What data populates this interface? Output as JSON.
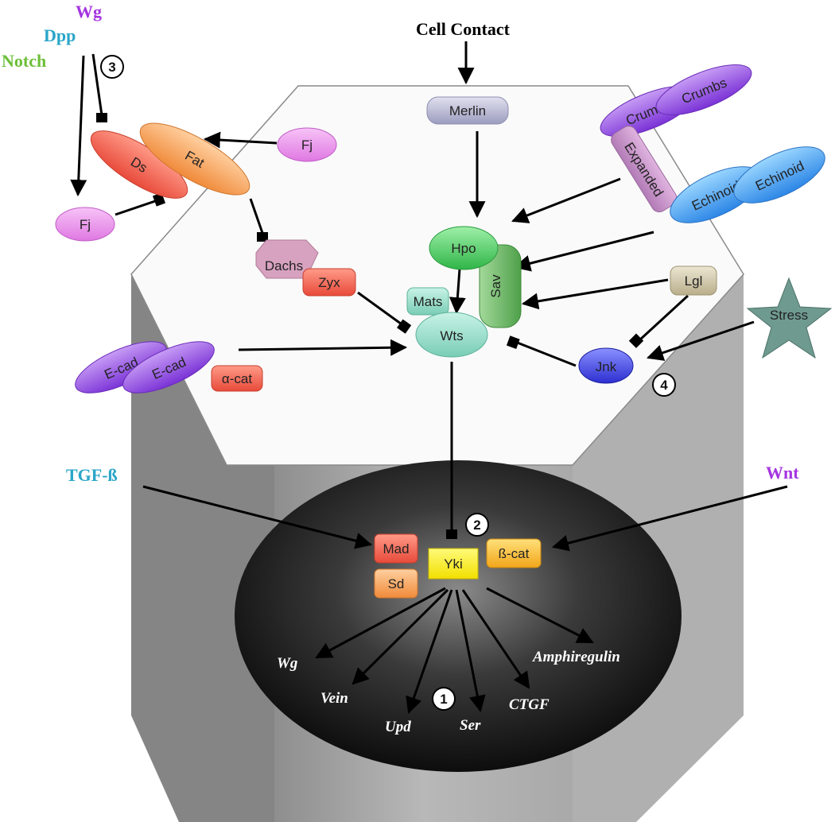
{
  "signals": {
    "wg": "Wg",
    "dpp": "Dpp",
    "notch": "Notch",
    "cell_contact": "Cell Contact",
    "tgf_beta": "TGF-ß",
    "wnt": "Wnt"
  },
  "proteins": {
    "merlin": "Merlin",
    "crumbs_1": "Crumbs",
    "crumbs_2": "Crumbs",
    "expanded": "Expanded",
    "echinoid_1": "Echinoid",
    "echinoid_2": "Echinoid",
    "fj_top": "Fj",
    "fj_left": "Fj",
    "ds": "Ds",
    "fat": "Fat",
    "dachs": "Dachs",
    "zyx": "Zyx",
    "hpo": "Hpo",
    "sav": "Sav",
    "mats": "Mats",
    "wts": "Wts",
    "lgl": "Lgl",
    "stress": "Stress",
    "jnk": "Jnk",
    "ecad_1": "E-cad",
    "ecad_2": "E-cad",
    "alpha_cat": "α-cat",
    "mad": "Mad",
    "sd": "Sd",
    "yki": "Yki",
    "beta_cat": "ß-cat"
  },
  "target_genes": {
    "wg": "Wg",
    "vein": "Vein",
    "upd": "Upd",
    "ser": "Ser",
    "ctgf": "CTGF",
    "amphiregulin": "Amphiregulin"
  },
  "markers": {
    "m1": "1",
    "m2": "2",
    "m3": "3",
    "m4": "4"
  },
  "colors": {
    "wg_signal": "#a535e0",
    "dpp_signal": "#2aa6c8",
    "notch_signal": "#6dbf3a",
    "tgf_signal": "#2aa6c8",
    "wnt_signal": "#a535e0"
  }
}
